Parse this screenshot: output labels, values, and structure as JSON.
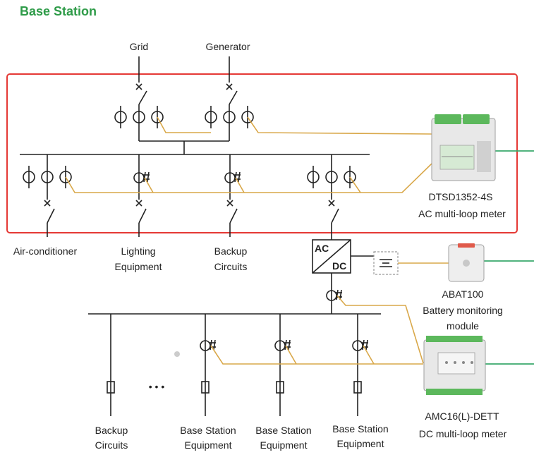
{
  "title": "Base Station",
  "sources": {
    "grid": "Grid",
    "generator": "Generator"
  },
  "loads": {
    "air_conditioner": "Air-conditioner",
    "lighting": [
      "Lighting",
      "Equipment"
    ],
    "backup_top": [
      "Backup",
      "Circuits"
    ],
    "backup_bottom": [
      "Backup",
      "Circuits"
    ],
    "bs_equipment": [
      "Base Station",
      "Equipment"
    ]
  },
  "converter": {
    "ac": "AC",
    "dc": "DC"
  },
  "ellipsis": "• • •",
  "devices": {
    "dtsd": {
      "model": "DTSD1352-4S",
      "desc": "AC multi-loop meter"
    },
    "abat": {
      "model": "ABAT100",
      "desc1": "Battery monitoring",
      "desc2": "module"
    },
    "amc": {
      "model": "AMC16(L)-DETT",
      "desc": "DC multi-loop meter"
    }
  },
  "colors": {
    "title": "#2e9b48",
    "frame": "#e53935",
    "signal": "#d9a84a",
    "comm": "#3aa86b",
    "line": "#222222"
  },
  "icons": [
    "breaker-x-icon",
    "switch-icon",
    "current-transformer-icon",
    "rogowski-coil-icon",
    "fuse-icon",
    "dtsd-meter-icon",
    "abat-module-icon",
    "amc-meter-icon",
    "battery-icon"
  ]
}
